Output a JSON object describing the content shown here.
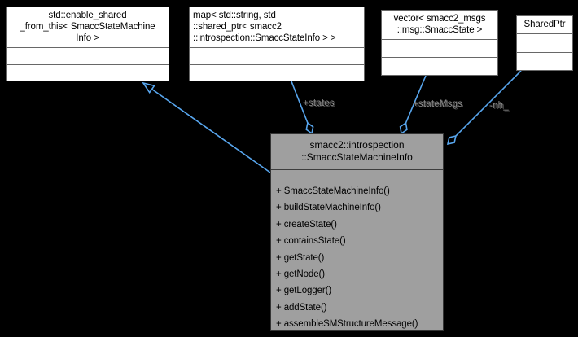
{
  "colors": {
    "background": "#000000",
    "edge_blue": "#58a6ee",
    "node_fill": "#ffffff",
    "node_border": "#676767",
    "main_node_fill": "#9f9f9f",
    "text": "#000000",
    "edge_label_gray": "#8a8a8a"
  },
  "nodes": {
    "enable_shared": {
      "line1": "std::enable_shared",
      "line2": "_from_this< SmaccStateMachine",
      "line3": "Info >"
    },
    "map": {
      "line1": "map< std::string, std",
      "line2": "::shared_ptr< smacc2",
      "line3": "::introspection::SmaccStateInfo > >"
    },
    "vector": {
      "line1": "vector< smacc2_msgs",
      "line2": "::msg::SmaccState >"
    },
    "shared_ptr": {
      "line1": "SharedPtr"
    }
  },
  "main_class": {
    "line1": "smacc2::introspection",
    "line2": "::SmaccStateMachineInfo",
    "methods": [
      "+ SmaccStateMachineInfo()",
      "+ buildStateMachineInfo()",
      "+ createState()",
      "+ containsState()",
      "+ getState()",
      "+ getNode()",
      "+ getLogger()",
      "+ addState()",
      "+ assembleSMStructureMessage()"
    ]
  },
  "edge_labels": {
    "states": "+states",
    "state_msgs": "+stateMsgs",
    "nh": "-nh_"
  }
}
